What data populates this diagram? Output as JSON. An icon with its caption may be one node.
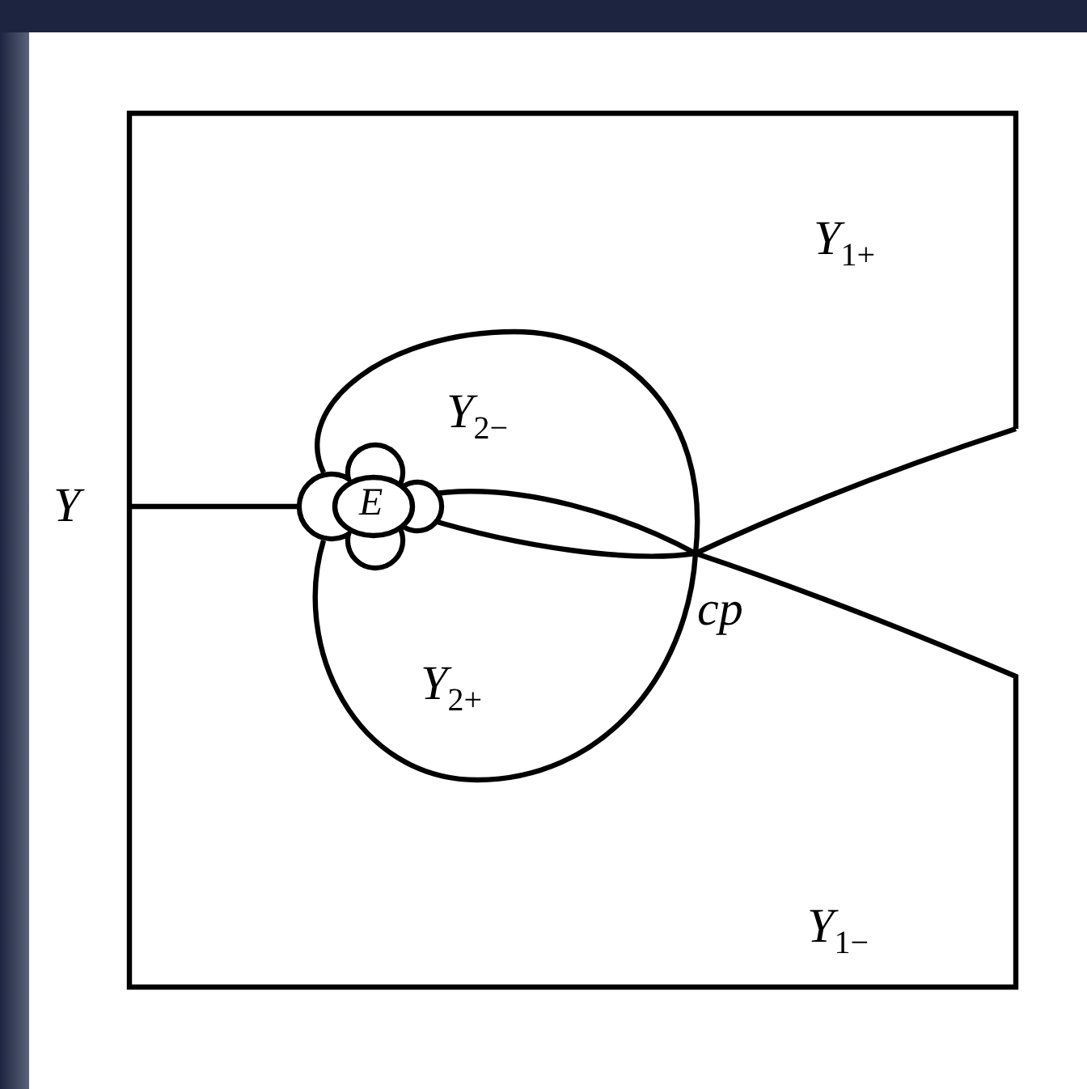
{
  "diagram": {
    "labels": [
      "*Y*$_{1+}$",
      "*Y*$_{2−}$",
      "*Y*",
      "*E*",
      "*cp*",
      "*Y*$_{2+}$",
      "*Y*$_{1−}$"
    ]
  }
}
